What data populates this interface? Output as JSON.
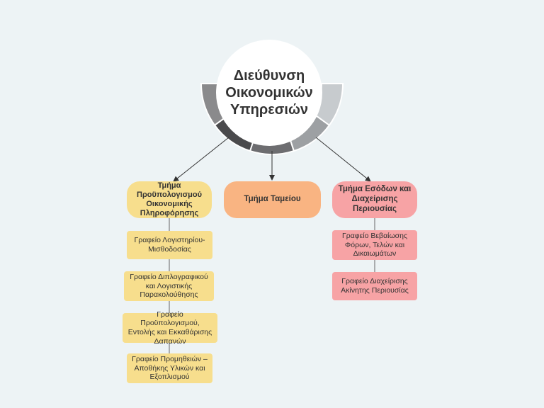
{
  "root": {
    "lines": [
      "Διεύθυνση",
      "Οικονομικών",
      "Υπηρεσιών"
    ],
    "ring_colors": [
      "#8a8a8c",
      "#4a4a4c",
      "#6d6d70",
      "#9da0a3",
      "#c7cbce"
    ]
  },
  "departments": [
    {
      "title": "Τμήμα Προϋπολογισμού Οικονομικής Πληροφόρησης",
      "color": "#f7de8d",
      "offices": [
        "Γραφείο Λογιστηρίου-Μισθοδοσίας",
        "Γραφείο Διπλογραφικού και Λογιστικής Παρακολούθησης",
        "Γραφείο Προϋπολογισμού, Εντολής και Εκκαθάρισης Δαπανών",
        "Γραφείο Προμηθειών – Αποθήκης Υλικών και Εξοπλισμού"
      ]
    },
    {
      "title": "Τμήμα Ταμείου",
      "color": "#f9b482",
      "offices": []
    },
    {
      "title": "Τμήμα Εσόδων και Διαχείρισης Περιουσίας",
      "color": "#f7a3a5",
      "offices": [
        "Γραφείο Βεβαίωσης Φόρων, Τελών και Δικαιωμάτων",
        "Γραφείο Διαχείρισης Ακίνητης Περιουσίας"
      ]
    }
  ]
}
